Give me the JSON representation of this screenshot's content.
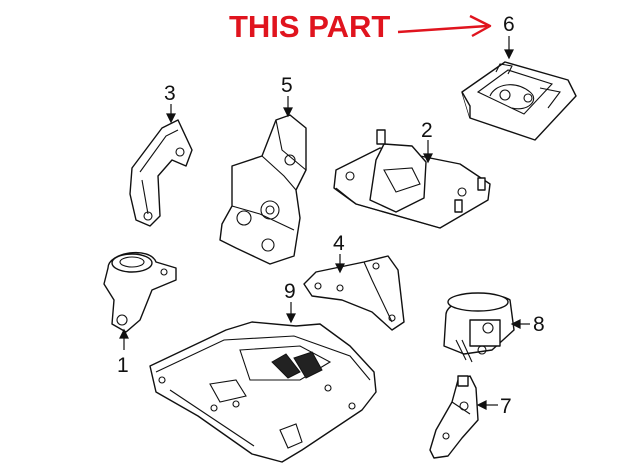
{
  "annotation": {
    "text": "THIS PART",
    "color": "#e0141e",
    "target_label": "6"
  },
  "callouts": [
    {
      "id": "1",
      "label": "1"
    },
    {
      "id": "2",
      "label": "2"
    },
    {
      "id": "3",
      "label": "3"
    },
    {
      "id": "4",
      "label": "4"
    },
    {
      "id": "5",
      "label": "5"
    },
    {
      "id": "6",
      "label": "6"
    },
    {
      "id": "7",
      "label": "7"
    },
    {
      "id": "8",
      "label": "8"
    },
    {
      "id": "9",
      "label": "9"
    }
  ]
}
